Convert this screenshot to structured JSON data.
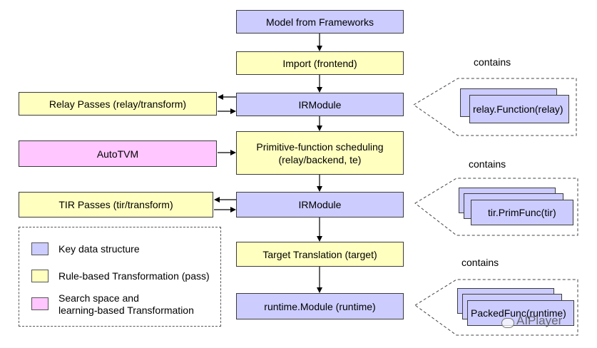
{
  "main_flow": {
    "model": "Model from Frameworks",
    "import": "Import (frontend)",
    "irmodule1": "IRModule",
    "scheduling_line1": "Primitive-function scheduling",
    "scheduling_line2": "(relay/backend, te)",
    "irmodule2": "IRModule",
    "target_translation": "Target Translation (target)",
    "runtime_module": "runtime.Module (runtime)"
  },
  "side": {
    "relay_passes": "Relay Passes (relay/transform)",
    "autotvm": "AutoTVM",
    "tir_passes": "TIR Passes (tir/transform)"
  },
  "contains": [
    {
      "label": "contains",
      "item": "relay.Function(relay)"
    },
    {
      "label": "contains",
      "item": "tir.PrimFunc(tir)"
    },
    {
      "label": "contains",
      "item": "PackedFunc(runtime)"
    }
  ],
  "legend": {
    "items": [
      {
        "text": "Key data structure",
        "color": "#ccccff"
      },
      {
        "text": "Rule-based Transformation (pass)",
        "color": "#ffffc0"
      },
      {
        "text_line1": "Search space and",
        "text_line2": "learning-based Transformation",
        "color": "#ffc6ff"
      }
    ]
  },
  "watermark": "AIPlayer",
  "colors": {
    "purple": "#ccccff",
    "yellow": "#ffffc0",
    "pink": "#ffc6ff"
  }
}
